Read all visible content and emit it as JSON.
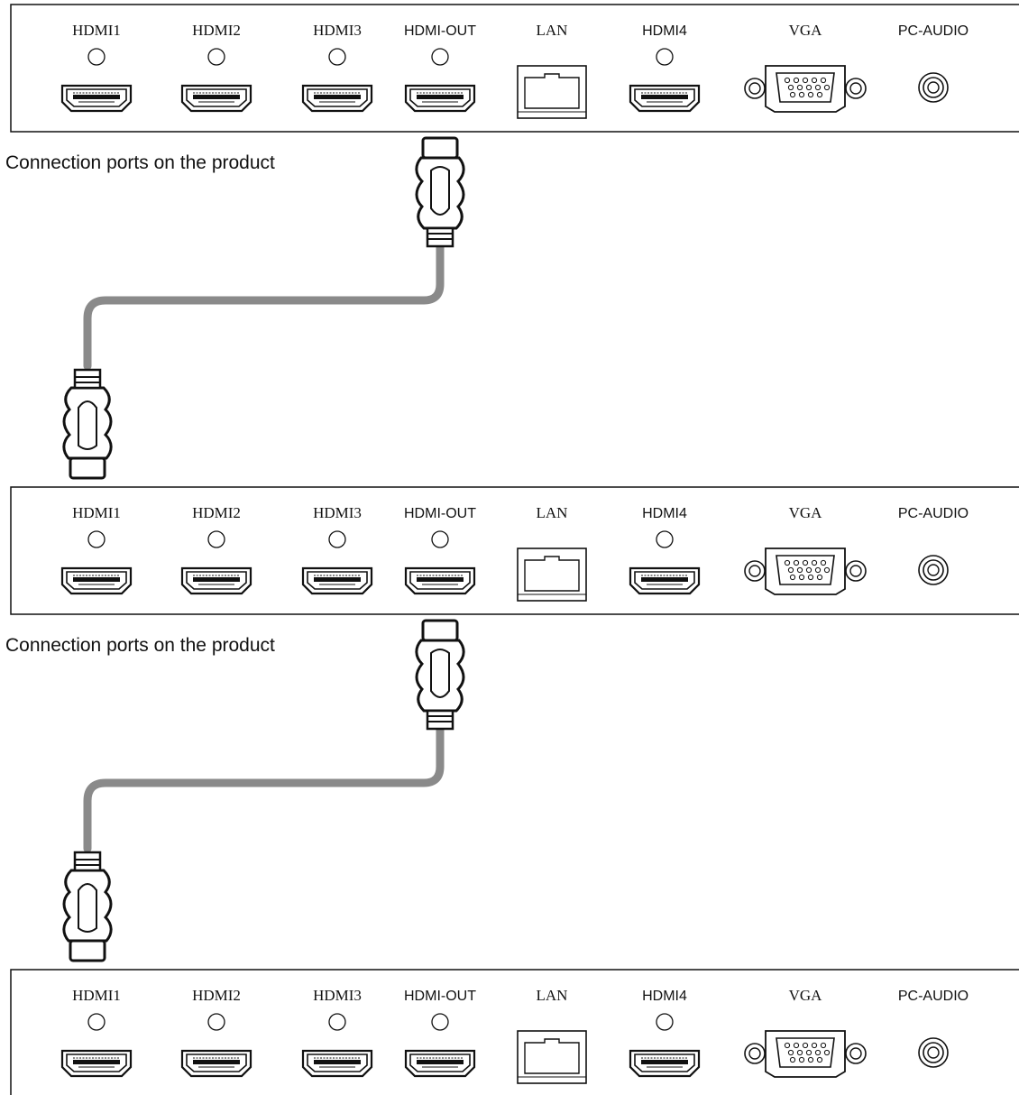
{
  "caption": "Connection ports on the product",
  "panels": [
    {
      "ports": [
        "HDMI1",
        "HDMI2",
        "HDMI3",
        "HDMI-OUT",
        "LAN",
        "HDMI4",
        "VGA",
        "PC-AUDIO"
      ]
    },
    {
      "ports": [
        "HDMI1",
        "HDMI2",
        "HDMI3",
        "HDMI-OUT",
        "LAN",
        "HDMI4",
        "VGA",
        "PC-AUDIO"
      ]
    },
    {
      "ports": [
        "HDMI1",
        "HDMI2",
        "HDMI3",
        "HDMI-OUT",
        "LAN",
        "HDMI4",
        "VGA",
        "PC-AUDIO"
      ]
    }
  ],
  "connections": [
    {
      "caption": "Connection ports on the product"
    },
    {
      "caption": "Connection ports on the product"
    }
  ],
  "colors": {
    "cable": "#8a8a8a",
    "line": "#111111"
  }
}
